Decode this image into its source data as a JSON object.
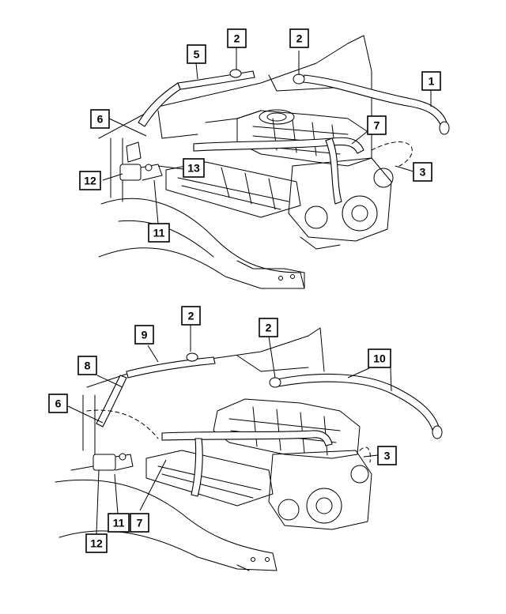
{
  "diagram": {
    "views": [
      {
        "id": "top-view",
        "callouts": [
          {
            "label": "1"
          },
          {
            "label": "2"
          },
          {
            "label": "2"
          },
          {
            "label": "3"
          },
          {
            "label": "5"
          },
          {
            "label": "6"
          },
          {
            "label": "7"
          },
          {
            "label": "11"
          },
          {
            "label": "12"
          },
          {
            "label": "13"
          }
        ]
      },
      {
        "id": "bottom-view",
        "callouts": [
          {
            "label": "2"
          },
          {
            "label": "2"
          },
          {
            "label": "3"
          },
          {
            "label": "6"
          },
          {
            "label": "7"
          },
          {
            "label": "8"
          },
          {
            "label": "9"
          },
          {
            "label": "10"
          },
          {
            "label": "11"
          },
          {
            "label": "12"
          }
        ]
      }
    ],
    "colors": {
      "line": "#000000",
      "background": "#ffffff"
    }
  }
}
